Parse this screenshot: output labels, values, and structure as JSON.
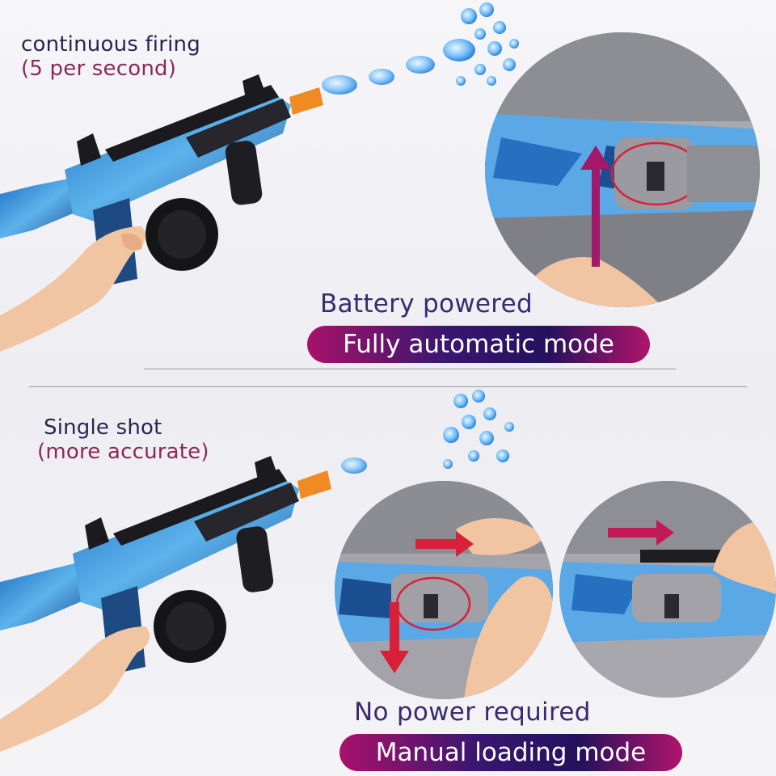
{
  "top": {
    "caption_line1": "continuous firing",
    "caption_line2": "(5 per second)",
    "headline": "Battery powered",
    "pill": "Fully automatic mode"
  },
  "bottom": {
    "caption_line1": "Single shot",
    "caption_line2": "(more accurate)",
    "headline": "No power required",
    "pill": "Manual loading mode"
  },
  "colors": {
    "accent_magenta": "#b0146c",
    "accent_navy": "#23125c",
    "gel_blue": "#3f9cf0",
    "barrel_tip_orange": "#f08a22",
    "arrow_red": "#d8203a",
    "arrow_purple": "#a2186a"
  },
  "icons": [
    "gel-blaster-image",
    "gel-ball-splash",
    "closeup-circle",
    "direction-arrow"
  ]
}
